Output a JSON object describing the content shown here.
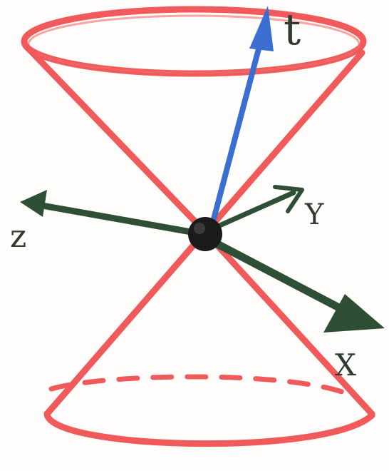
{
  "labels": {
    "t": "t",
    "z": "z",
    "y": "Y",
    "x": "X"
  },
  "colors": {
    "cone": "#f05a5a",
    "time_axis": "#3a6fd1",
    "space_axes": "#2e4f36",
    "origin": "#1a1a1a",
    "label_ink": "#2f3a33",
    "paper": "#fefdfb"
  },
  "icons": {
    "origin": "origin-dot",
    "upper_cone": "future-light-cone",
    "lower_cone": "past-light-cone"
  }
}
